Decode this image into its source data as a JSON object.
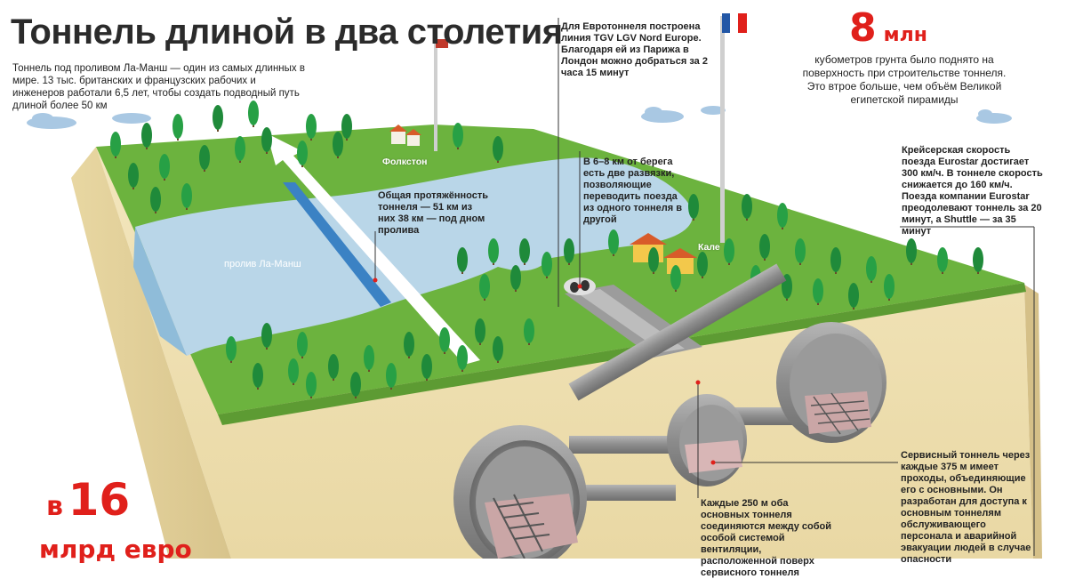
{
  "header": {
    "title": "Тоннель длиной в два столетия",
    "subtitle": "Тоннель под проливом Ла-Манш — один из самых длинных в мире. 13 тыс. британских и французских рабочих и инженеров работали 6,5 лет, чтобы создать подводный путь длиной более 50 км"
  },
  "stat_soil": {
    "value": "8",
    "unit": "млн",
    "text": "кубометров грунта было поднято на поверхность при строительстве тоннеля. Это втрое больше, чем объём Великой египетской пирамиды"
  },
  "cost": {
    "prefix": "в",
    "value": "16",
    "unit": "млрд евро"
  },
  "labels": {
    "folkestone": "Фолкстон",
    "calais": "Кале",
    "strait": "пролив Ла-Манш"
  },
  "notes": {
    "tgv": "Для Евротоннеля построена линия TGV LGV Nord Europe. Благодаря ей из Парижа в Лондон можно добраться за 2 часа 15 минут",
    "length": "Общая протяжённость тоннеля — 51 км из них 38 км — под дном пролива",
    "junctions": "В 6–8 км от берега есть две развязки, позволяющие переводить поезда из одного тоннеля в другой",
    "speed": "Крейсерская скорость поезда Eurostar достигает 300 км/ч. В тоннеле скорость снижается до 160 км/ч. Поезда компании Eurostar преодолевают тоннель за 20 минут, а Shuttle — за 35 минут",
    "ventilation": "Каждые 250 м оба основных тоннеля соединяются между собой особой системой вентиляции, расположенной поверх сервисного тоннеля",
    "service": "Сервисный тоннель через каждые 375 м имеет проходы, объединяющие его с основными. Он разработан для доступа к основным тоннелям обслуживающего персонала и аварийной эвакуации людей в случае опасности"
  },
  "colors": {
    "accent": "#e0201b",
    "grass": "#6cb33e",
    "water": "#b9d6e8",
    "earth": "#efe1b4",
    "tunnel": "#8a8a8a"
  }
}
